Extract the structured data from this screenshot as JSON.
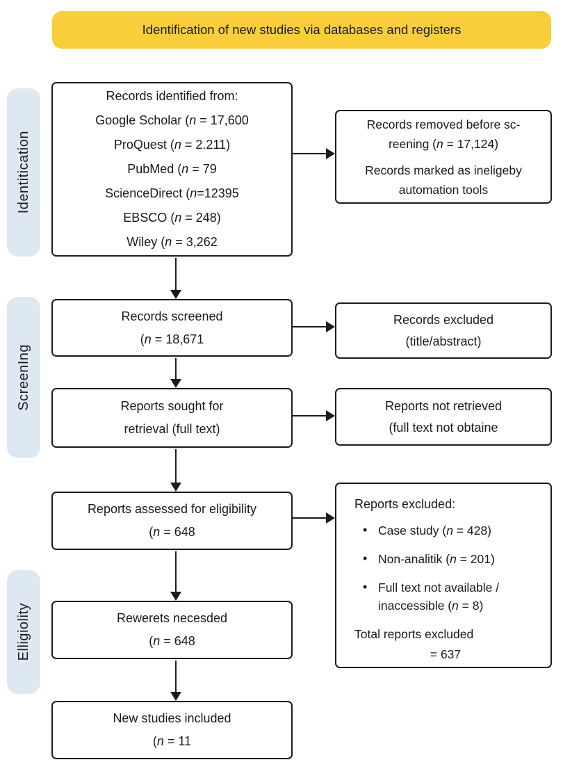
{
  "banner": {
    "title": "Identification of new studies via databases and registers"
  },
  "colors": {
    "banner_bg": "#F9CD3B",
    "stage_bg": "#DEE8F2",
    "line": "#1b1b1b"
  },
  "stages": [
    {
      "label": "Identitication"
    },
    {
      "label": "ScreenIng"
    },
    {
      "label": "Elligiolity"
    }
  ],
  "flow_boxes": {
    "records_identified": {
      "lines": [
        "Records identified from:",
        "Google Scholar (n = 17,600",
        "ProQuest (n = 2.211)",
        "PubMed (n = 79",
        "ScienceDirect (n=12395",
        "EBSCO (n = 248)",
        "Wiley (n = 3,262"
      ]
    },
    "records_screened": {
      "lines": [
        "Records screened",
        "(n = 18,671"
      ]
    },
    "reports_sought": {
      "lines": [
        "Reports sought for",
        "retrieval (full text)"
      ]
    },
    "reports_assessed": {
      "lines": [
        "Reports assessed for eligibility",
        "(n = 648"
      ]
    },
    "rewerets_necesded": {
      "lines": [
        "Rewerets necesded",
        "(n = 648"
      ]
    },
    "new_studies_included": {
      "lines": [
        "New studies included",
        "(n = 11"
      ]
    }
  },
  "side_boxes": {
    "records_removed": {
      "lines": [
        "Records removed before sc-",
        "reening (n = 17,124)",
        "Records marked as ineligeby",
        "automation tools"
      ]
    },
    "records_excluded": {
      "lines": [
        "Records excluded",
        "(title/abstract)"
      ]
    },
    "reports_not_retrieved": {
      "lines": [
        "Reports not retrieved",
        "(full text not obtaine"
      ]
    },
    "reports_excluded": {
      "title": "Reports excluded:",
      "bullets": [
        "Case study (n = 428)",
        "Non-analitik (n = 201)",
        "Full text not available / inaccessible (n = 8)"
      ],
      "total_lines": [
        "Total reports excluded",
        "= 637"
      ]
    }
  }
}
